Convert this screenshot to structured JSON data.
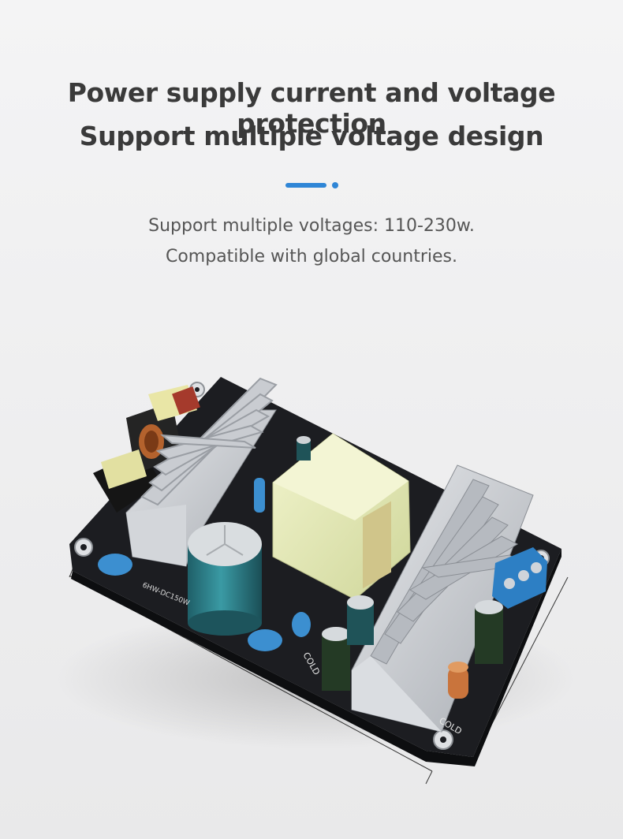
{
  "heading": {
    "line1": "Power supply current and voltage protection",
    "line2": "Support multiple voltage design"
  },
  "description": {
    "line1": "Support multiple voltages: 110-230w.",
    "line2": "Compatible with global countries."
  },
  "board": {
    "silk_cold_1": "COLD",
    "silk_cold_2": "COLD",
    "silk_model": "6HW-DC150W"
  },
  "colors": {
    "accent": "#2f86d6",
    "board": "#1c1d21",
    "heatsink": "#cfd2d6",
    "transformer": "#e7ecb6",
    "capacitor": "#2c7c86",
    "terminal": "#2d7fc4",
    "ceramic_cap": "#3c8fd0"
  }
}
